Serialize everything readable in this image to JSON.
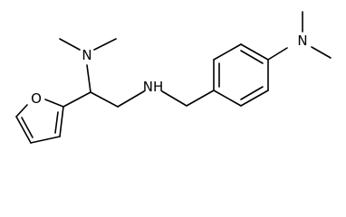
{
  "molecule": {
    "atoms": {
      "amine_left": "N",
      "amine_center": "NH",
      "amine_right": "N",
      "furan_oxygen": "O"
    },
    "colors": {
      "bond": "#000000",
      "label": "#000000",
      "background": "#ffffff"
    }
  }
}
